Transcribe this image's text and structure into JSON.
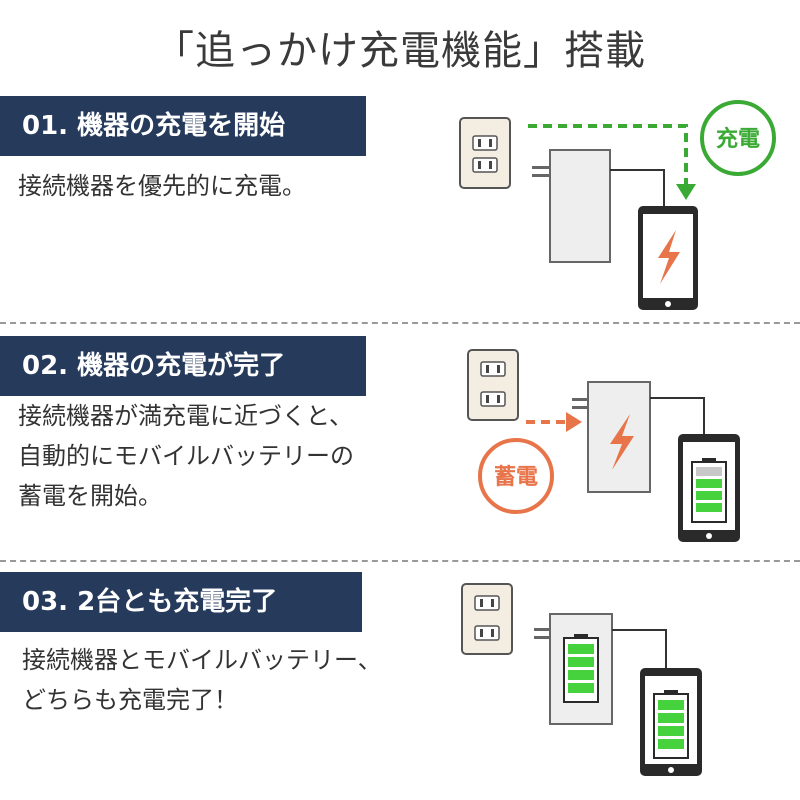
{
  "title": "「追っかけ充電機能」搭載",
  "steps": [
    {
      "header": "01. 機器の充電を開始",
      "desc_lines": [
        "接続機器を優先的に充電。"
      ],
      "badge": "充電"
    },
    {
      "header": "02. 機器の充電が完了",
      "desc_lines": [
        "接続機器が満充電に近づくと、",
        "自動的にモバイルバッテリーの",
        "蓄電を開始。"
      ],
      "badge": "蓄電"
    },
    {
      "header": "03. 2台とも充電完了",
      "desc_lines": [
        "接続機器とモバイルバッテリー、",
        "どちらも充電完了！"
      ]
    }
  ],
  "colors": {
    "header_bg": "#263a5c",
    "charge_green": "#3aaa35",
    "storage_orange": "#e8744a",
    "battery_green": "#46d23c",
    "divider": "#999999"
  },
  "icons": [
    "wall-outlet-icon",
    "mobile-battery-icon",
    "smartphone-icon",
    "lightning-icon",
    "battery-level-icon"
  ]
}
